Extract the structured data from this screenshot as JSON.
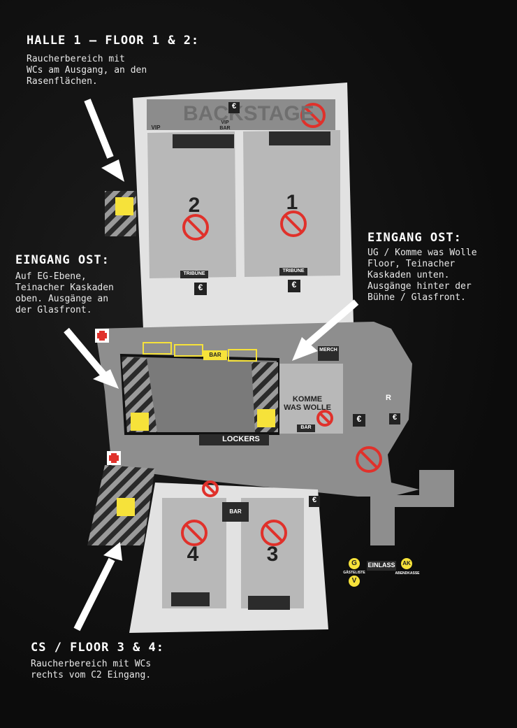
{
  "sections": {
    "halle1": {
      "title": "HALLE 1 – FLOOR 1 & 2:",
      "text": "Raucherbereich mit\nWCs am Ausgang, an den\nRasenflächen."
    },
    "eingang_ost_left": {
      "title": "EINGANG OST:",
      "text": "Auf EG-Ebene,\nTeinacher Kaskaden\noben. Ausgänge an\nder Glasfront."
    },
    "eingang_ost_right": {
      "title": "EINGANG OST:",
      "text": "UG / Komme was Wolle\nFloor, Teinacher\nKaskaden unten.\nAusgänge hinter der\nBühne / Glasfront."
    },
    "cs": {
      "title": "CS / FLOOR 3 & 4:",
      "text": "Raucherbereich mit WCs\nrechts vom C2 Eingang."
    }
  },
  "map": {
    "backstage": "BACKSTAGE",
    "vip": "VIP",
    "vip_bar": "VIP\nBAR",
    "floor_1": "1",
    "floor_2": "2",
    "floor_3": "3",
    "floor_4": "4",
    "bar": "BAR",
    "tribune": "TRIBÜNE",
    "merch": "MERCH",
    "komme": "KOMME\nWAS WOLLE",
    "lockers": "LOCKERS",
    "einlass": "EINLASS",
    "gaesteliste": "GÄSTELISTE",
    "abendkasse": "ABENDKASSE",
    "g": "G",
    "ak": "AK",
    "v": "V",
    "r": "R",
    "euro": "€"
  },
  "colors": {
    "floor_light": "#e4e4e4",
    "floor_mid": "#b9b9b9",
    "floor_dark": "#8e8e8e",
    "yellow": "#f6e23a",
    "red": "#e0312b"
  }
}
